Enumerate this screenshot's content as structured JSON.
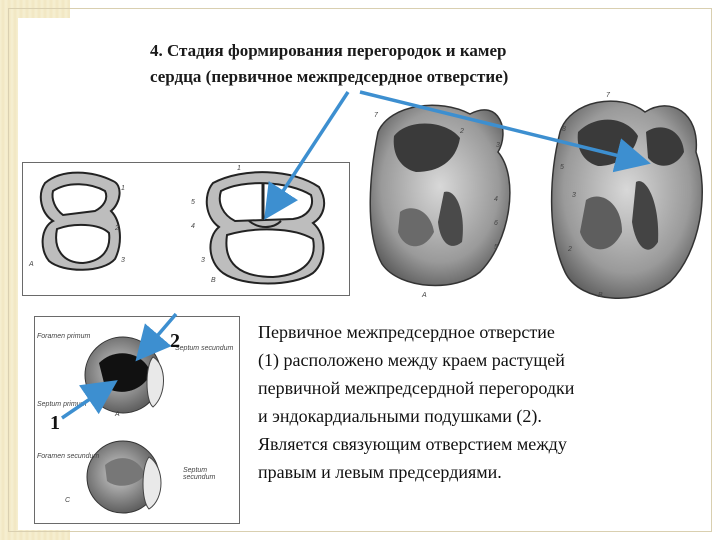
{
  "slide": {
    "title_line1": "4. Стадия формирования перегородок и камер",
    "title_line2": "сердца (первичное межпредсердное отверстие)",
    "body_lines": [
      "Первичное межпредсердное отверстие",
      "(1) расположено между краем растущей",
      "первичной межпредсердной перегородки",
      "и эндокардиальными подушками (2).",
      "Является связующим отверстием между",
      "правым и левым предсердиями."
    ]
  },
  "figures": {
    "left_top": {
      "panel_a_letter": "А",
      "panel_b_letter": "В",
      "panel_a_numbers": [
        "1",
        "2",
        "3"
      ],
      "panel_b_numbers": [
        "1",
        "5",
        "4",
        "3"
      ]
    },
    "right_top": {
      "panel_a_letter": "А",
      "panel_b_letter": "В",
      "panel_a_numbers": [
        "7",
        "2",
        "3",
        "4",
        "6",
        "5"
      ],
      "panel_b_numbers": [
        "7",
        "8",
        "5",
        "3",
        "2"
      ]
    },
    "bottom_left": {
      "label_1": "1",
      "label_2": "2",
      "letter_a": "A",
      "letter_c": "C",
      "annotations": [
        "Foramen primum",
        "Septum secundum",
        "Septum primum",
        "Septum secundum",
        "Foramen secundum"
      ]
    }
  },
  "colors": {
    "arrow": "#3d8fd0",
    "side_band": "#f3ebca",
    "text": "#111111"
  }
}
